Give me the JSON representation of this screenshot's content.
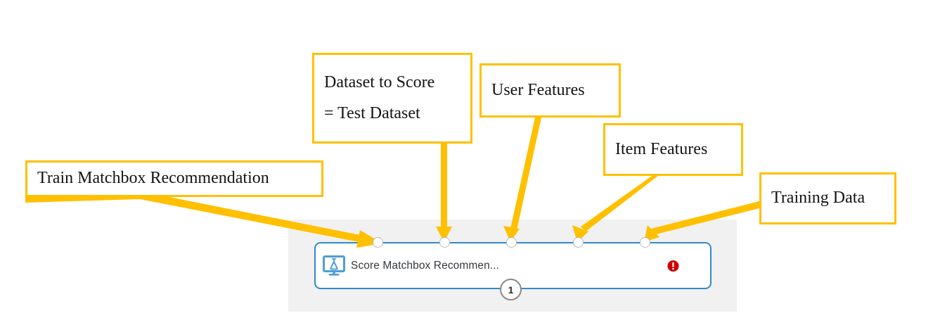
{
  "diagram": {
    "title": "Score Matchbox Recommender module annotated with input port labels",
    "accent_color": "#FFC000",
    "node_border_color": "#2e8bc9",
    "canvas_color": "#f1f1f1",
    "error_color": "#cc0000"
  },
  "node": {
    "label": "Score Matchbox Recommen...",
    "icon": "experiment-monitor-icon",
    "comment_count": "1",
    "error_indicator": "!",
    "ports": [
      {
        "index": "1",
        "name": "port-1-trained-model"
      },
      {
        "index": "2",
        "name": "port-2-dataset-to-score"
      },
      {
        "index": "3",
        "name": "port-3-user-features"
      },
      {
        "index": "4",
        "name": "port-4-item-features"
      },
      {
        "index": "5",
        "name": "port-5-training-data"
      }
    ]
  },
  "callouts": [
    {
      "name": "callout-train-matchbox-recommendation",
      "lines": [
        "Train Matchbox Recommendation"
      ]
    },
    {
      "name": "callout-dataset-to-score",
      "lines": [
        "Dataset to Score",
        "= Test Dataset"
      ]
    },
    {
      "name": "callout-user-features",
      "lines": [
        "User Features"
      ]
    },
    {
      "name": "callout-item-features",
      "lines": [
        "Item Features"
      ]
    },
    {
      "name": "callout-training-data",
      "lines": [
        "Training Data"
      ]
    }
  ]
}
